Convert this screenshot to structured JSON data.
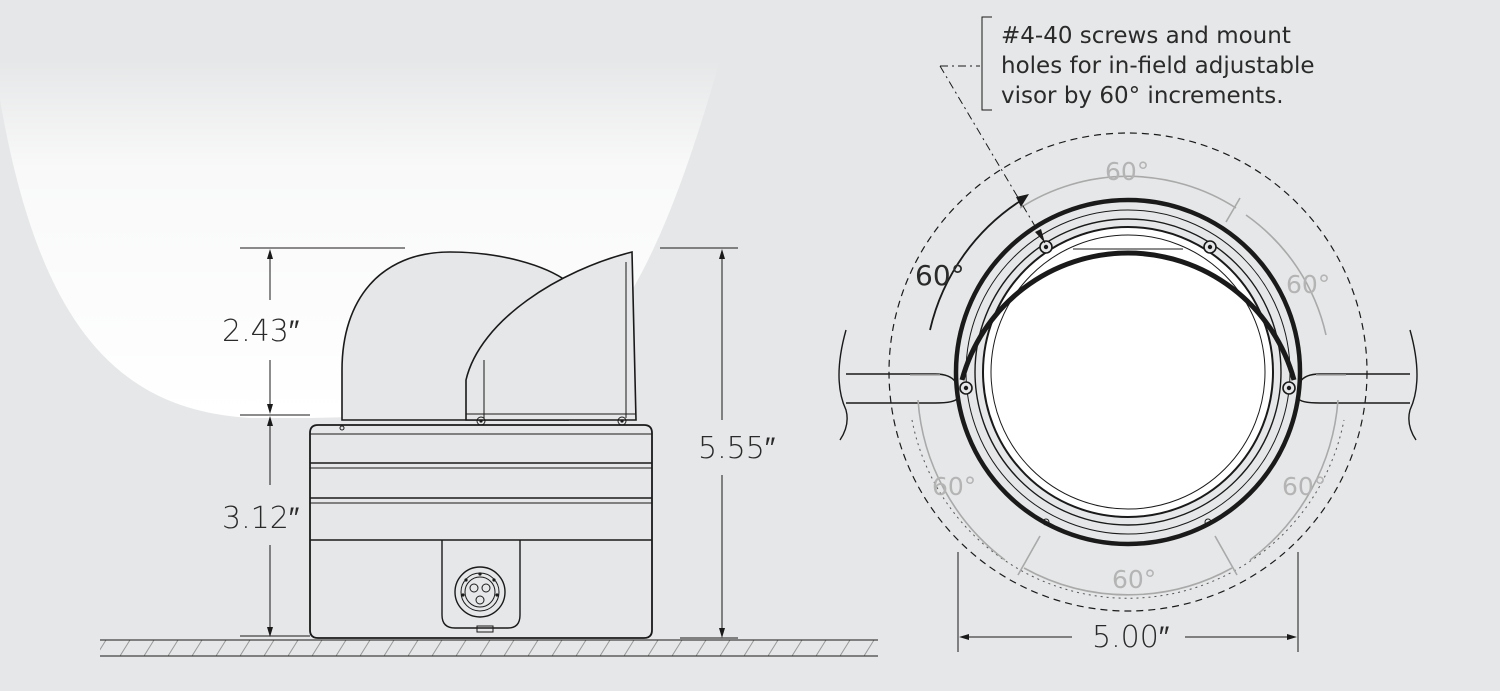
{
  "side_view": {
    "dim_upper": "2.43″",
    "dim_lower": "3.12″",
    "dim_total": "5.55″"
  },
  "top_view": {
    "note_lines": [
      "#4-40 screws and mount",
      "holes for in-field adjustable",
      "visor by 60° increments."
    ],
    "angle_primary": "60°",
    "angle_top": "60°",
    "angle_right_upper": "60°",
    "angle_right_lower": "60°",
    "angle_bottom": "60°",
    "angle_left_lower": "60°",
    "dim_width": "5.00″"
  },
  "colors": {
    "background": "#e6e7e8",
    "line": "#1a1a1a",
    "light_annotation": "#a9a9a9",
    "light_beam": "#ffffff"
  }
}
